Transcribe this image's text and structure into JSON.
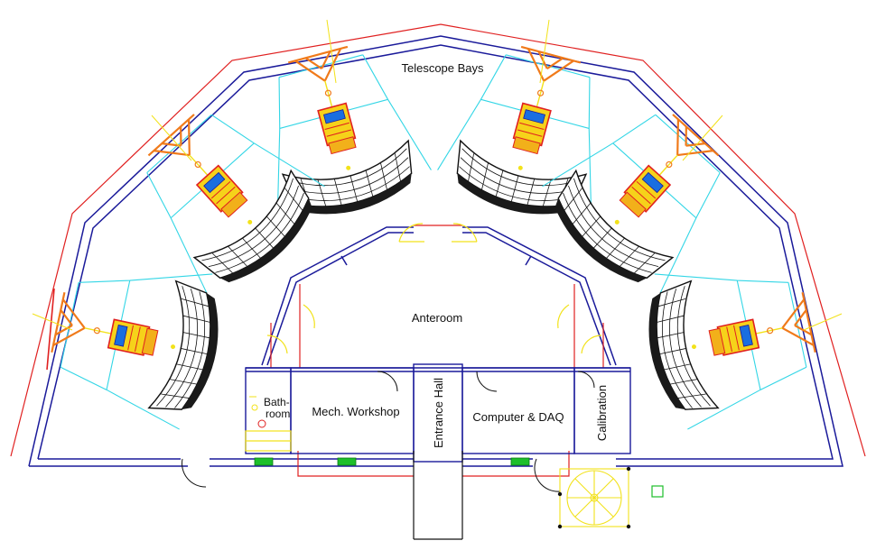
{
  "labels": {
    "telescope_bays": "Telescope Bays",
    "anteroom": "Anteroom",
    "bathroom_line1": "Bath-",
    "bathroom_line2": "room",
    "mech_workshop": "Mech. Workshop",
    "entrance_hall": "Entrance Hall",
    "computer_daq": "Computer & DAQ",
    "calibration": "Calibration"
  },
  "colors": {
    "outer_wall": "#e02020",
    "inner_wall": "#1a1a9a",
    "cyan": "#33d6e6",
    "yellow": "#f2e21a",
    "orange": "#f07a1a",
    "green": "#1dbf2a",
    "black": "#111111"
  },
  "telescope_count": 6
}
